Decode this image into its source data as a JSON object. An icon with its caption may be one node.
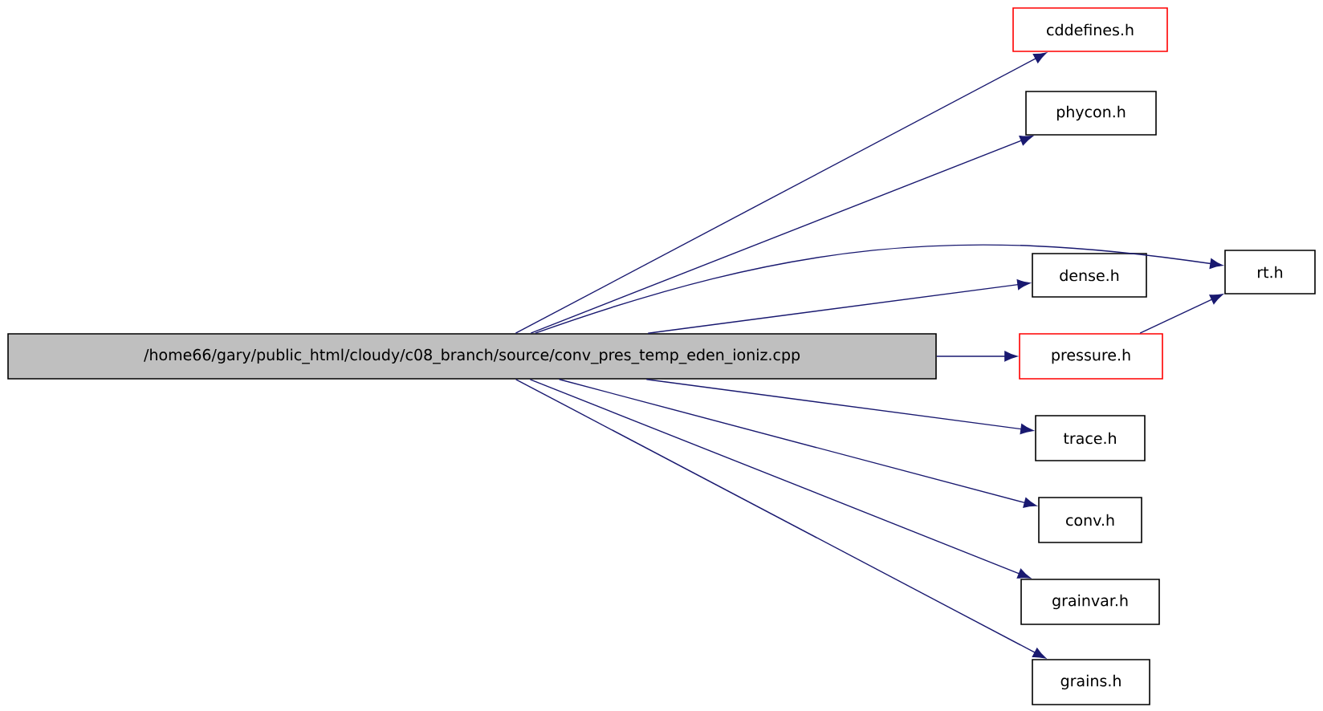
{
  "diagram": {
    "nodes": [
      {
        "text": [
          "/home66/gary/public_html/cloudy/c08_branch/source/conv_pres_temp_eden_ioniz.cpp"
        ]
      },
      {
        "text": [
          "cddefines.h"
        ]
      },
      {
        "text": [
          "phycon.h"
        ]
      },
      {
        "text": [
          "rt.h"
        ]
      },
      {
        "text": [
          "dense.h"
        ]
      },
      {
        "text": [
          "pressure.h"
        ]
      },
      {
        "text": [
          "trace.h"
        ]
      },
      {
        "text": [
          "conv.h"
        ]
      },
      {
        "text": [
          "grainvar.h"
        ]
      },
      {
        "text": [
          "grains.h"
        ]
      }
    ],
    "edges": [
      {
        "from": 0,
        "to": 1,
        "arrow": "to"
      },
      {
        "from": 0,
        "to": 2,
        "arrow": "to"
      },
      {
        "from": 0,
        "to": 3,
        "arrow": "to"
      },
      {
        "from": 0,
        "to": 4,
        "arrow": "to"
      },
      {
        "from": 0,
        "to": 5,
        "arrow": "to"
      },
      {
        "from": 0,
        "to": 6,
        "arrow": "to"
      },
      {
        "from": 0,
        "to": 7,
        "arrow": "to"
      },
      {
        "from": 0,
        "to": 8,
        "arrow": "to"
      },
      {
        "from": 0,
        "to": 9,
        "arrow": "to"
      },
      {
        "from": 5,
        "to": 3,
        "arrow": "to"
      }
    ]
  }
}
